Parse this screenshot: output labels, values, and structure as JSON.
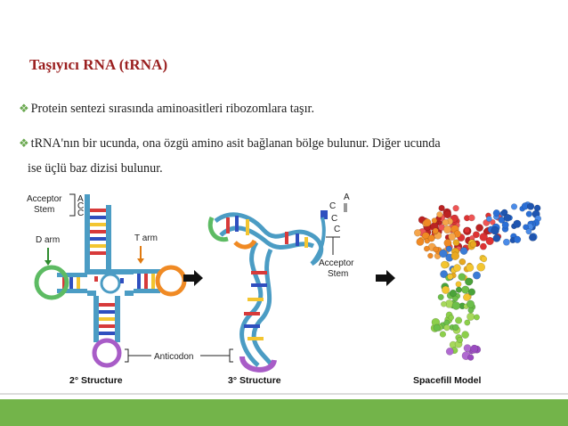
{
  "slide": {
    "title": "Taşıyıcı RNA (tRNA)",
    "bullets": [
      "Protein sentezi sırasında aminoasitleri ribozomlara taşır.",
      "tRNA'nın bir ucunda, ona özgü amino asit bağlanan bölge bulunur. Diğer ucunda"
    ],
    "bullet2_continuation": "ise üçlü baz dizisi bulunur.",
    "bullet_icon": "diamond-bullet-icon"
  },
  "figure": {
    "labels": {
      "acceptor_stem_left": "Acceptor\nStem",
      "acceptor_line1": "Acceptor",
      "acceptor_line2": "Stem",
      "d_arm": "D arm",
      "t_arm": "T arm",
      "anticodon": "Anticodon",
      "stem_bases": [
        "A",
        "C",
        "C"
      ],
      "tertiary_bases": [
        "C",
        "A",
        "C",
        "C"
      ],
      "acceptor_right_line1": "Acceptor",
      "acceptor_right_line2": "Stem"
    },
    "captions": {
      "secondary": "2° Structure",
      "tertiary": "3° Structure",
      "spacefill": "Spacefill Model"
    }
  },
  "colors": {
    "title": "#9b2121",
    "accent_green": "#73b44a",
    "backbone": "#4b9cc4",
    "d_arm_loop": "#5dbb63",
    "t_arm_loop": "#f08a24",
    "anticodon_loop": "#a85cc7"
  }
}
